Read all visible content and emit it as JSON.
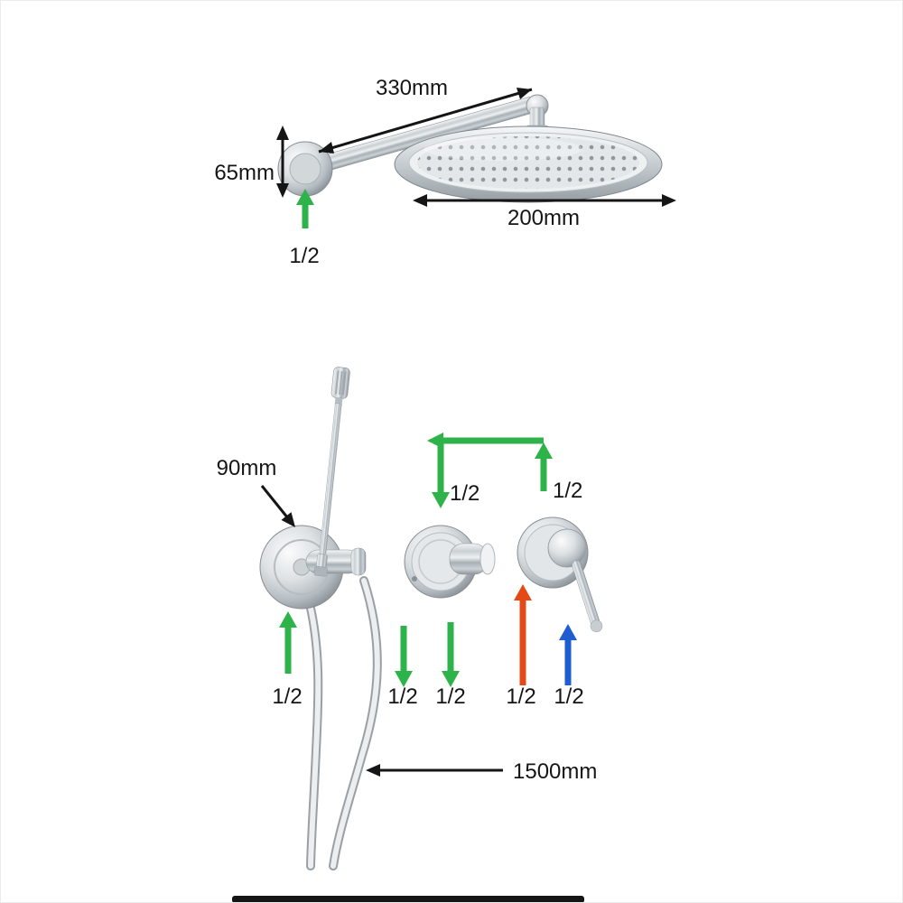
{
  "labels": {
    "arm_length": "330mm",
    "arm_height": "65mm",
    "head_diameter": "200mm",
    "head_inlet": "1/2",
    "outlet_distance": "90mm",
    "wall_outlet_connection": "1/2",
    "valve1_top_connection": "1/2",
    "valve2_top_connection": "1/2",
    "valve1_bottom_left": "1/2",
    "valve1_bottom_right": "1/2",
    "valve2_hot_inlet": "1/2",
    "valve2_cold_inlet": "1/2",
    "hose_length": "1500mm"
  },
  "colors": {
    "dimension_line": "#151515",
    "flow_green": "#2eb34b",
    "hot_red": "#e44a17",
    "cold_blue": "#1e5ed0"
  }
}
